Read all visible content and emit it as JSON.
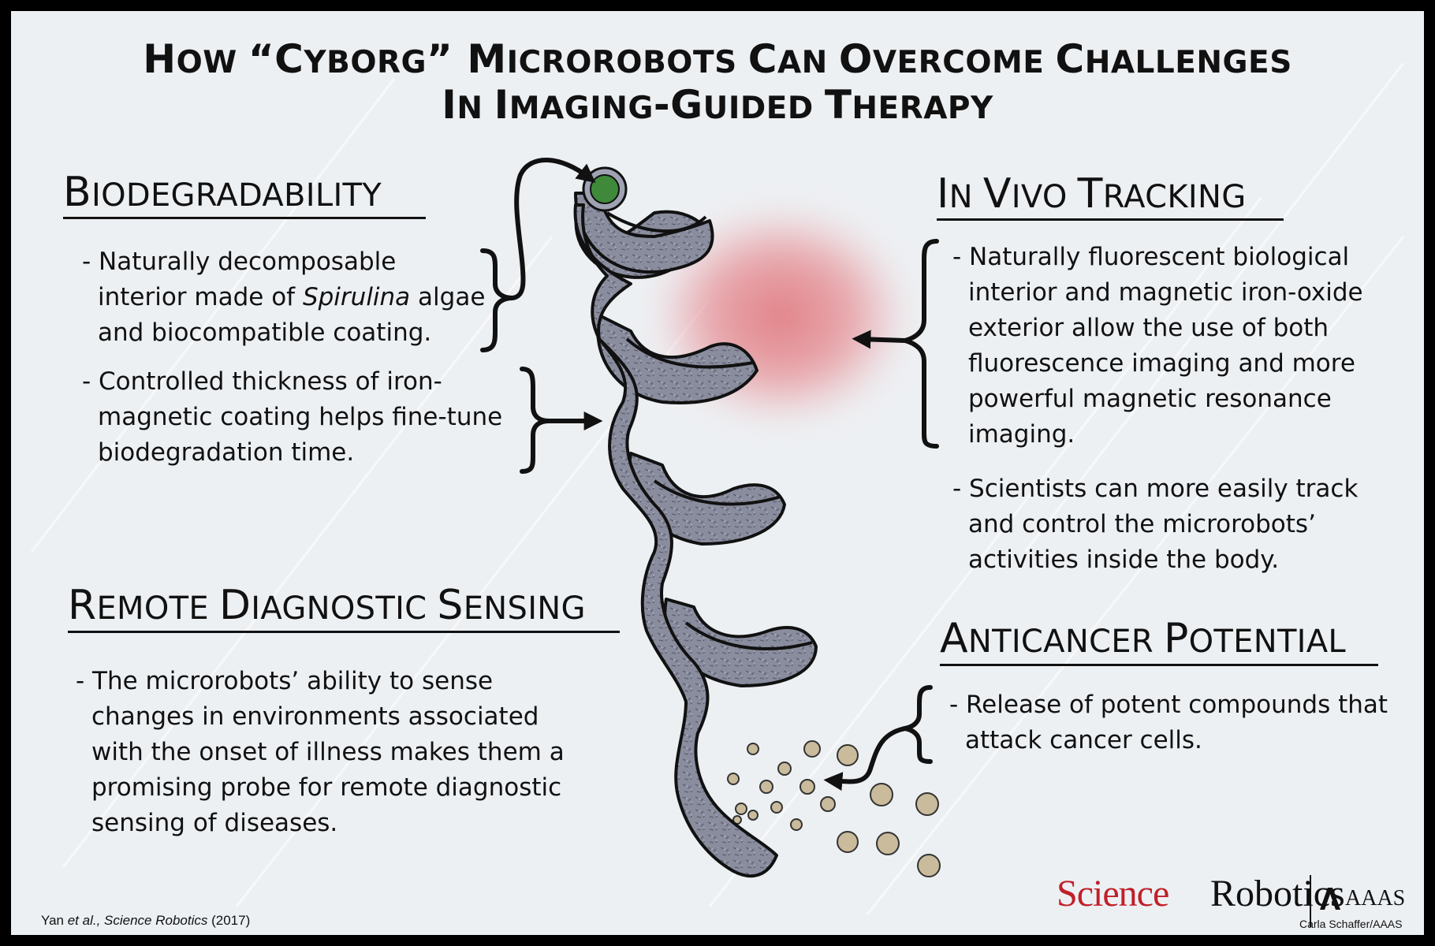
{
  "title": {
    "line1": [
      {
        "big": "H",
        "sm": "OW "
      },
      {
        "big": "“C",
        "sm": "YBORG"
      },
      {
        "big": "” M",
        "sm": "ICROROBOTS "
      },
      {
        "big": "C",
        "sm": "AN "
      },
      {
        "big": "O",
        "sm": "VERCOME "
      },
      {
        "big": "C",
        "sm": "HALLENGES"
      }
    ],
    "line2": [
      {
        "big": "I",
        "sm": "N "
      },
      {
        "big": "I",
        "sm": "MAGING"
      },
      {
        "big": "-G",
        "sm": "UIDED "
      },
      {
        "big": "T",
        "sm": "HERAPY"
      }
    ]
  },
  "sections": {
    "biodegradability": {
      "heading": [
        {
          "big": "B",
          "sm": "IODEGRADABILITY"
        }
      ],
      "point1": {
        "line1": "- Naturally decomposable",
        "line2_pre": "interior made of ",
        "line2_em": "Spirulina",
        "line2_post": " algae",
        "line3": "and biocompatible coating."
      },
      "point2": [
        "- Controlled thickness of iron-",
        "magnetic coating helps fine-tune",
        "biodegradation time."
      ]
    },
    "tracking": {
      "heading": [
        {
          "big": "I",
          "sm": "N "
        },
        {
          "big": "V",
          "sm": "IVO "
        },
        {
          "big": "T",
          "sm": "RACKING"
        }
      ],
      "point1": [
        "- Naturally fluorescent biological",
        "interior and magnetic iron-oxide",
        "exterior allow the use of both",
        "fluorescence imaging and more",
        "powerful magnetic resonance",
        "imaging."
      ],
      "point2": [
        "- Scientists can more easily track",
        "and control the microrobots’",
        "activities inside the body."
      ]
    },
    "sensing": {
      "heading": [
        {
          "big": "R",
          "sm": "EMOTE "
        },
        {
          "big": "D",
          "sm": "IAGNOSTIC "
        },
        {
          "big": "S",
          "sm": "ENSING"
        }
      ],
      "point1": [
        "- The microrobots’ ability to sense",
        "changes in environments associated",
        "with the onset of illness makes them a",
        "promising probe for remote diagnostic",
        "sensing of diseases."
      ]
    },
    "anticancer": {
      "heading": [
        {
          "big": "A",
          "sm": "NTICANCER "
        },
        {
          "big": "P",
          "sm": "OTENTIAL"
        }
      ],
      "point1": [
        "- Release of potent compounds that",
        "attack cancer cells."
      ]
    }
  },
  "footer": {
    "citation_pre": "Yan ",
    "citation_em": "et al., Science Robotics",
    "citation_post": " (2017)",
    "brand_science": "Science",
    "brand_robotics": "Robotics",
    "brand_aaas": "AAAS",
    "credit": "Carla Schaffer/AAAS"
  },
  "colors": {
    "robot_body": "#8a8d9e",
    "robot_outline": "#111111",
    "fluorescence_glow": "#e07a80",
    "sensor_dot": "#3e8a3a",
    "particles": "#c9bb9b",
    "brand_red": "#c0202a"
  }
}
